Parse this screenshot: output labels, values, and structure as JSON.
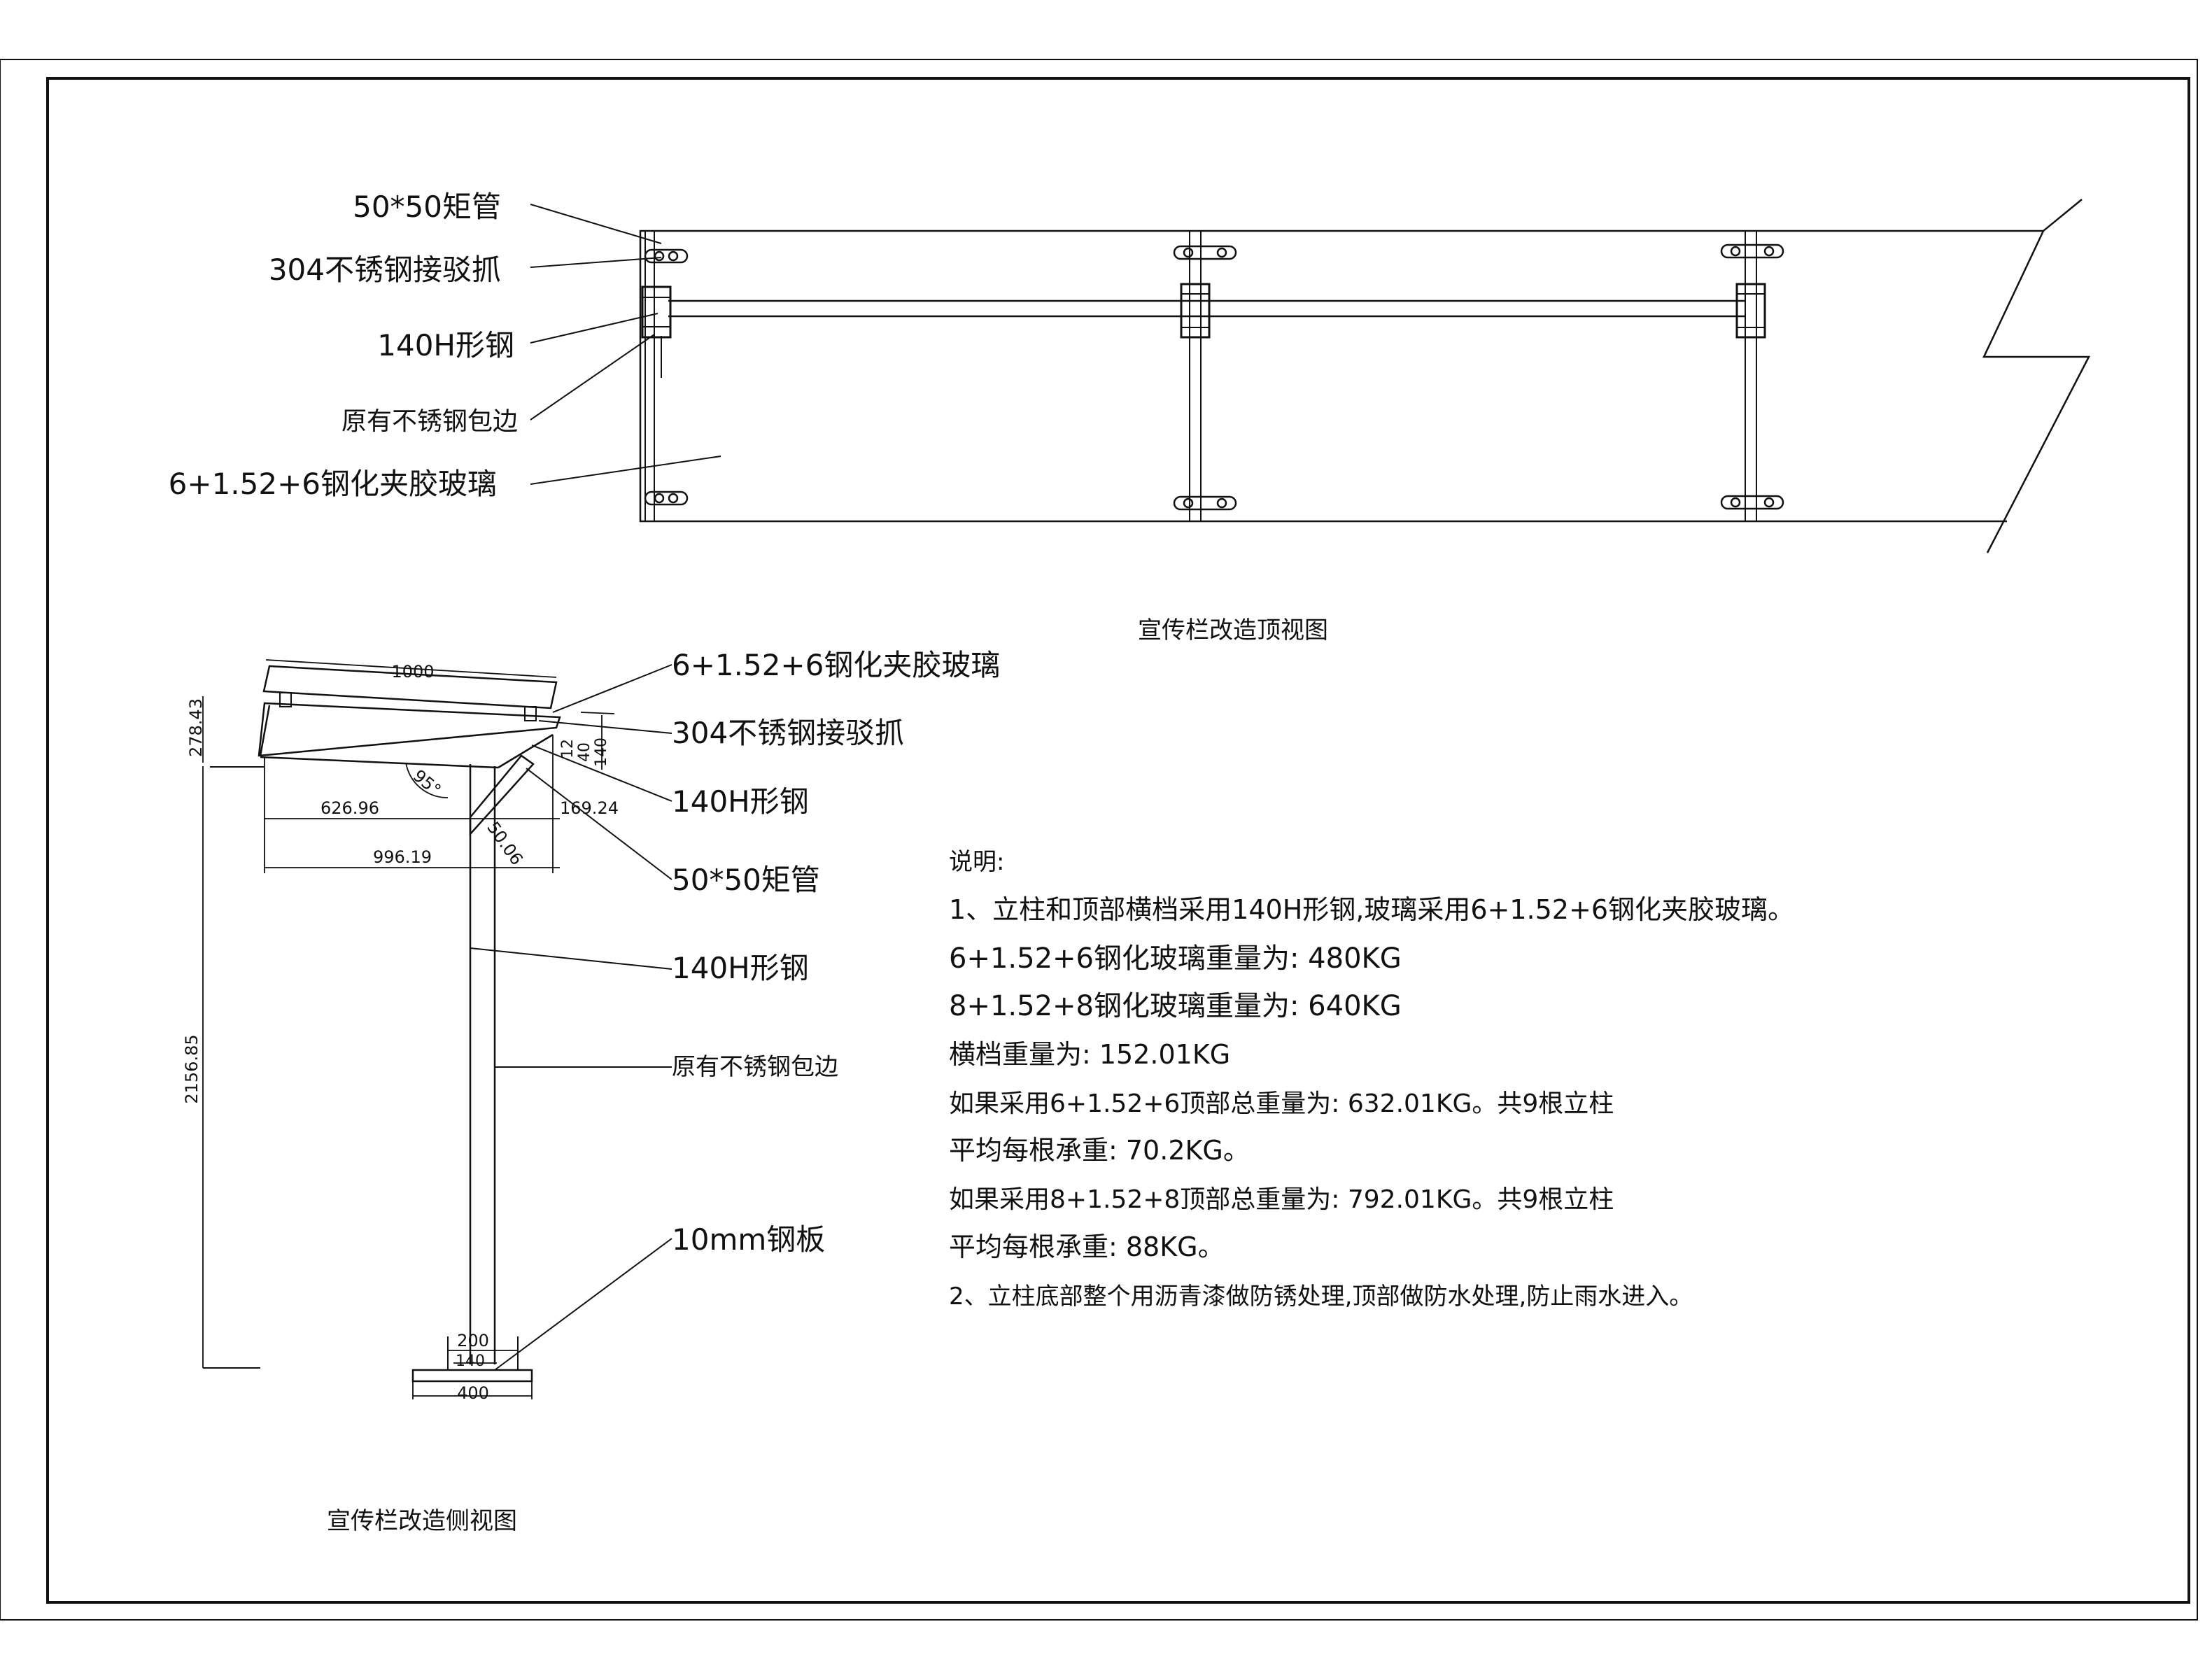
{
  "top_view": {
    "title": "宣传栏改造顶视图",
    "callouts": [
      "50*50矩管",
      "304不锈钢接驳抓",
      "140H形钢",
      "原有不锈钢包边",
      "6+1.52+6钢化夹胶玻璃"
    ]
  },
  "side_view": {
    "title": "宣传栏改造侧视图",
    "callouts": [
      "6+1.52+6钢化夹胶玻璃",
      "304不锈钢接驳抓",
      "140H形钢",
      "50*50矩管",
      "140H形钢",
      "原有不锈钢包边",
      "10mm钢板"
    ],
    "dimensions": {
      "top_width": "1000",
      "left_height": "278.43",
      "small_a": "12",
      "small_b": "40",
      "small_c": "140",
      "angle": "95°",
      "left_arm": "626.96",
      "right_arm": "169.24",
      "brace": "50.06",
      "total_width": "996.19",
      "column_height": "2156.85",
      "base_inner": "200",
      "base_mid": "140",
      "base_width": "400"
    }
  },
  "notes": {
    "heading": "说明:",
    "lines": [
      "1、立柱和顶部横档采用140H形钢,玻璃采用6+1.52+6钢化夹胶玻璃。",
      "6+1.52+6钢化玻璃重量为: 480KG",
      "8+1.52+8钢化玻璃重量为: 640KG",
      "横档重量为: 152.01KG",
      "如果采用6+1.52+6顶部总重量为: 632.01KG。共9根立柱",
      "平均每根承重: 70.2KG。",
      "如果采用8+1.52+8顶部总重量为: 792.01KG。共9根立柱",
      "平均每根承重: 88KG。",
      "2、立柱底部整个用沥青漆做防锈处理,顶部做防水处理,防止雨水进入。"
    ]
  }
}
